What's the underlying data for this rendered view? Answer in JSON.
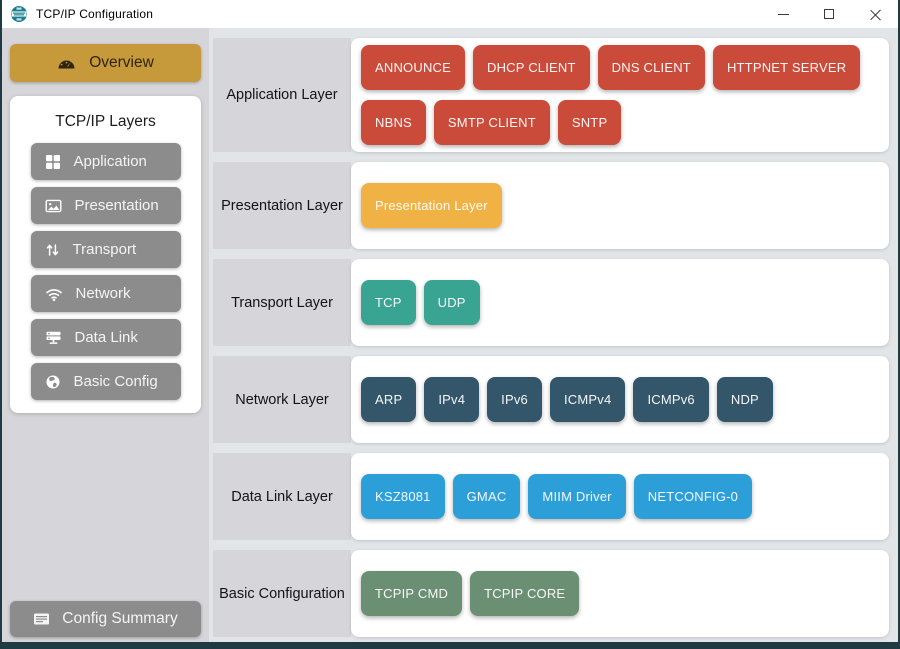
{
  "window": {
    "title": "TCP/IP Configuration",
    "app_icon": "harmony-logo-icon",
    "controls": [
      {
        "name": "minimize"
      },
      {
        "name": "maximize"
      },
      {
        "name": "close"
      }
    ]
  },
  "sidebar": {
    "overview": {
      "label": "Overview",
      "icon": "gauge-icon"
    },
    "layers_panel_title": "TCP/IP Layers",
    "layer_items": [
      {
        "label": "Application",
        "icon": "grid-icon"
      },
      {
        "label": "Presentation",
        "icon": "image-icon"
      },
      {
        "label": "Transport",
        "icon": "arrows-vertical-icon"
      },
      {
        "label": "Network",
        "icon": "wifi-icon"
      },
      {
        "label": "Data Link",
        "icon": "server-icon"
      },
      {
        "label": "Basic Config",
        "icon": "globe-icon"
      }
    ],
    "config_summary": {
      "label": "Config Summary",
      "icon": "list-icon"
    }
  },
  "main": {
    "rows": [
      {
        "label": "Application Layer",
        "chip_color": "#cb4b3b",
        "chips": [
          "ANNOUNCE",
          "DHCP CLIENT",
          "DNS CLIENT",
          "HTTPNET SERVER",
          "NBNS",
          "SMTP CLIENT",
          "SNTP"
        ]
      },
      {
        "label": "Presentation Layer",
        "chip_color": "#f0b245",
        "chips": [
          "Presentation Layer"
        ]
      },
      {
        "label": "Transport Layer",
        "chip_color": "#3aa493",
        "chips": [
          "TCP",
          "UDP"
        ]
      },
      {
        "label": "Network Layer",
        "chip_color": "#33566b",
        "chips": [
          "ARP",
          "IPv4",
          "IPv6",
          "ICMPv4",
          "ICMPv6",
          "NDP"
        ]
      },
      {
        "label": "Data Link Layer",
        "chip_color": "#2c9fd9",
        "chips": [
          "KSZ8081",
          "GMAC",
          "MIIM Driver",
          "NETCONFIG-0"
        ]
      },
      {
        "label": "Basic Configuration",
        "chip_color": "#6b8f72",
        "chips": [
          "TCPIP CMD",
          "TCPIP CORE"
        ]
      }
    ]
  },
  "colors": {
    "accent_gold": "#c6993b",
    "sidebar_button_gray": "#8c8c8c",
    "window_frame": "#1f3a43",
    "titlebar_bg": "#ffffff",
    "sidebar_bg": "#d6d6da",
    "main_bg": "#e1e5e8",
    "row_label_bg": "#d5d5da",
    "card_bg": "#ffffff",
    "chip_red": "#cb4b3b",
    "chip_amber": "#f0b245",
    "chip_teal": "#3aa493",
    "chip_navy": "#33566b",
    "chip_blue": "#2c9fd9",
    "chip_green": "#6b8f72"
  }
}
